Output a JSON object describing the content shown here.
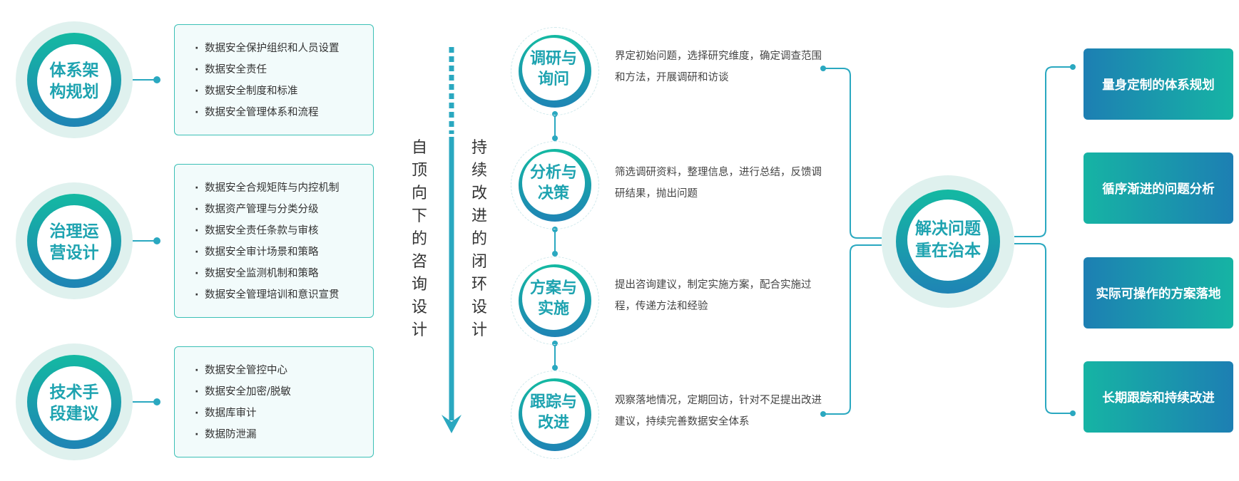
{
  "left_sections": [
    {
      "title": "体系架构规划",
      "items": [
        "数据安全保护组织和人员设置",
        "数据安全责任",
        "数据安全制度和标准",
        "数据安全管理体系和流程"
      ]
    },
    {
      "title": "治理运营设计",
      "items": [
        "数据安全合规矩阵与内控机制",
        "数据资产管理与分类分级",
        "数据安全责任条款与审核",
        "数据安全审计场景和策略",
        "数据安全监测机制和策略",
        "数据安全管理培训和意识宣贯"
      ]
    },
    {
      "title": "技术手段建议",
      "items": [
        "数据安全管控中心",
        "数据安全加密/脱敏",
        "数据库审计",
        "数据防泄漏"
      ]
    }
  ],
  "vertical_labels": {
    "top_down": "自顶向下的咨询设计",
    "closed_loop": "持续改进的闭环设计"
  },
  "steps": [
    {
      "title": "调研与询问",
      "desc": "界定初始问题，选择研究维度，确定调查范围和方法，开展调研和访谈"
    },
    {
      "title": "分析与决策",
      "desc": "筛选调研资料，整理信息，进行总结，反馈调研结果，抛出问题"
    },
    {
      "title": "方案与实施",
      "desc": "提出咨询建议，制定实施方案，配合实施过程，传递方法和经验"
    },
    {
      "title": "跟踪与改进",
      "desc": "观察落地情况，定期回访，针对不足提出改进建议，持续完善数据安全体系"
    }
  ],
  "center": {
    "title": "解决问题重在治本"
  },
  "outcomes": [
    "量身定制的体系规划",
    "循序渐进的问题分析",
    "实际可操作的方案落地",
    "长期跟踪和持续改进"
  ],
  "colors": {
    "teal": "#14b9a2",
    "blue": "#1f84b5",
    "line": "#2aa8c0",
    "circle_halo": "#dff1ee"
  }
}
